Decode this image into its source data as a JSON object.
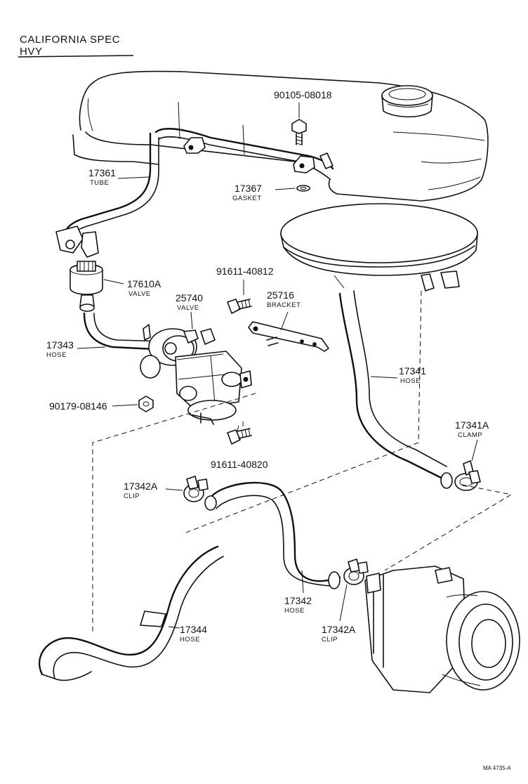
{
  "header": {
    "line1": "CALIFORNIA SPEC",
    "line2": "HVY"
  },
  "parts": [
    {
      "id": "p-90105-08018",
      "number": "90105-08018",
      "name": ""
    },
    {
      "id": "p-17361",
      "number": "17361",
      "name": "TUBE"
    },
    {
      "id": "p-17367",
      "number": "17367",
      "name": "GASKET"
    },
    {
      "id": "p-17610a",
      "number": "17610A",
      "name": "VALVE"
    },
    {
      "id": "p-91611-40812",
      "number": "91611-40812",
      "name": ""
    },
    {
      "id": "p-25740",
      "number": "25740",
      "name": "VALVE"
    },
    {
      "id": "p-25716",
      "number": "25716",
      "name": "BRACKET"
    },
    {
      "id": "p-17343",
      "number": "17343",
      "name": "HOSE"
    },
    {
      "id": "p-17341",
      "number": "17341",
      "name": "HOSE"
    },
    {
      "id": "p-90179-08146",
      "number": "90179-08146",
      "name": ""
    },
    {
      "id": "p-17341a",
      "number": "17341A",
      "name": "CLAMP"
    },
    {
      "id": "p-91611-40820",
      "number": "91611-40820",
      "name": ""
    },
    {
      "id": "p-17342a-top",
      "number": "17342A",
      "name": "CLIP"
    },
    {
      "id": "p-17342",
      "number": "17342",
      "name": "HOSE"
    },
    {
      "id": "p-17344",
      "number": "17344",
      "name": "HOSE"
    },
    {
      "id": "p-17342a-bottom",
      "number": "17342A",
      "name": "CLIP"
    }
  ],
  "footer": {
    "code": "MA 4735-A"
  }
}
